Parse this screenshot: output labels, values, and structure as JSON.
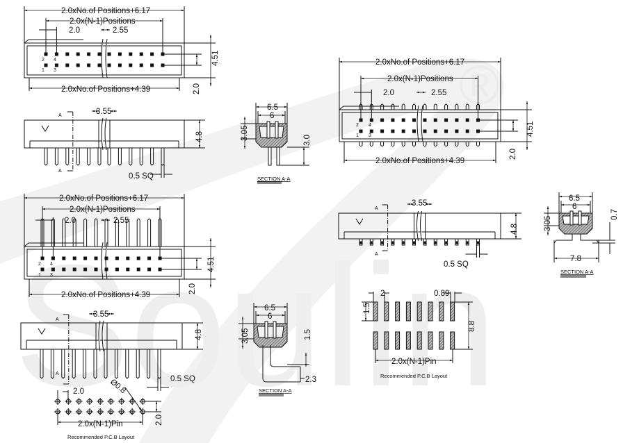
{
  "watermark": {
    "text": "Soulin",
    "mark": "®"
  },
  "straight_top_view": {
    "overall": "2.0xNo.of  Positions+6.17",
    "span": "2.0x(N-1)Positions",
    "pitch": "2.0",
    "gap": "2.55",
    "inner": "2.0xNo.of  Positions+4.39",
    "height": "4.51",
    "row_pitch": "2.0",
    "pin_labels": [
      "2",
      "4",
      "1",
      "3"
    ]
  },
  "straight_side_view": {
    "key": "3.55",
    "height": "4.8",
    "pin": "0.5  SQ",
    "section_mark": "A"
  },
  "straight_section": {
    "title": "SECTION A-A",
    "width_outer": "6.5",
    "width_inner": "6",
    "depth": "3.05",
    "tail": "3.0"
  },
  "smt_top_view": {
    "overall": "2.0xNo.of  Positions+6.17",
    "span": "2.0x(N-1)Positions",
    "pitch": "2.0",
    "gap": "2.55",
    "inner": "2.0xNo.of  Positions+4.39",
    "height": "4.51",
    "row_pitch": "2.0",
    "pin_labels": [
      "2",
      "4",
      "1",
      "3"
    ]
  },
  "smt_side_view": {
    "key": "3.55",
    "height": "4.8",
    "pin": "0.5  SQ",
    "section_mark": "A"
  },
  "smt_section": {
    "title": "SECTION A-A",
    "width_outer": "6.5",
    "width_inner": "6",
    "depth": "3.05",
    "standoff": "0.7",
    "foot": "7.8"
  },
  "smt_pcb_layout": {
    "caption": "Recommended  P.C.B  Layout",
    "pitch": "2",
    "pad_width": "0.89",
    "pad_length": "1.5",
    "row_span": "8.8",
    "span": "2.0x(N-1)Pin"
  },
  "ra_top_view": {
    "overall": "2.0xNo.of  Positions+6.17",
    "span": "2.0x(N-1)Positions",
    "pitch": "2.0",
    "gap": "2.55",
    "inner": "2.0xNo.of  Positions+4.39",
    "height": "4.51",
    "row_pitch": "2.0",
    "pin_labels": [
      "2",
      "4",
      "1",
      "3"
    ]
  },
  "ra_side_view": {
    "key": "3.55",
    "height": "4.8",
    "pin": "0.5  SQ",
    "section_mark": "A"
  },
  "ra_section": {
    "title": "SECTION A-A",
    "width_outer": "6.5",
    "width_inner": "6",
    "depth": "3.05",
    "bend": "1.5",
    "offset": "2.3"
  },
  "ra_pcb_layout": {
    "caption": "Recommended  P.C.B  Layout",
    "pitch": "2.0",
    "hole": "Ø0.8",
    "span": "2.0x(N-1)Pin",
    "row_pitch": "2.0"
  }
}
